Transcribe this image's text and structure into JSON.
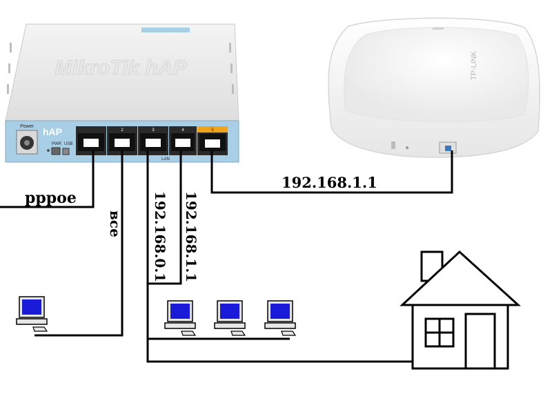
{
  "router": {
    "power_label": "Power",
    "model_label": "hAP",
    "pwr_label": "PWR",
    "usb_label": "USB",
    "port_numbers": [
      "",
      "2",
      "3",
      "4",
      "5"
    ],
    "lan_label": "LAN",
    "brand_text": "MikroTik hAP",
    "accent_color": "#a9cfe6"
  },
  "access_point": {
    "brand_text": "TP-LINK",
    "led_color": "#3a78c2"
  },
  "labels": {
    "pppoe": "pppoe",
    "all": "все",
    "lan_ip": "192.168.0.1",
    "ap_ip_vertical": "192.168.1.1",
    "ap_ip_horizontal": "192.168.1.1"
  },
  "colors": {
    "line": "#000000",
    "monitor_screen": "#1a1ad9"
  }
}
